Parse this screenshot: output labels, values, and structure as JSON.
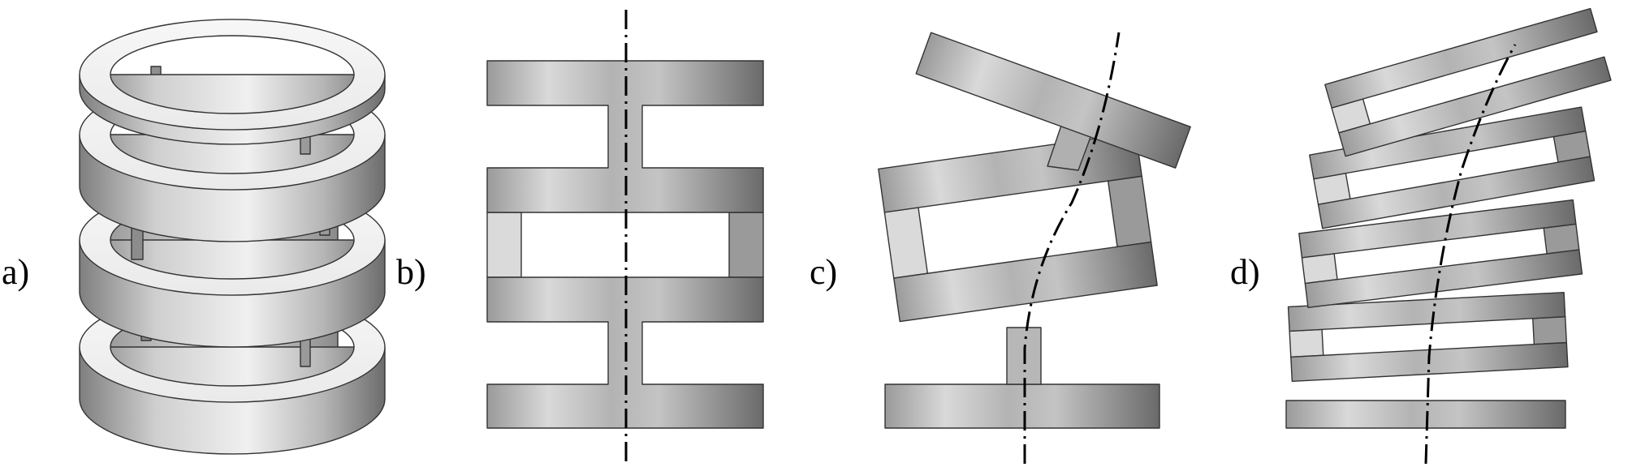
{
  "figure": {
    "panels": [
      {
        "id": "a",
        "label": "a)"
      },
      {
        "id": "b",
        "label": "b)"
      },
      {
        "id": "c",
        "label": "c)"
      },
      {
        "id": "d",
        "label": "d)"
      }
    ],
    "colors": {
      "outline": "#333333",
      "strut_light": "#dadada",
      "strut_dark": "#9a9a9a",
      "axis": "#000000",
      "background": "#ffffff"
    }
  }
}
